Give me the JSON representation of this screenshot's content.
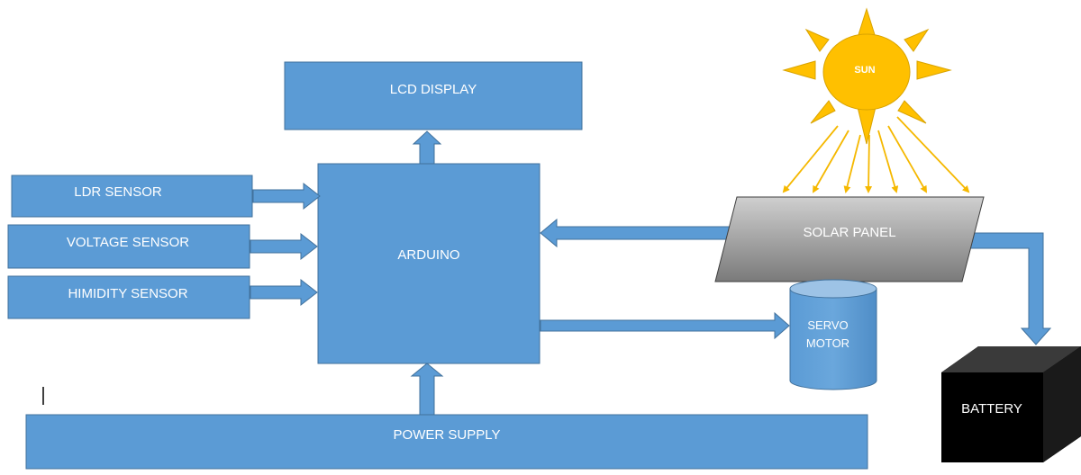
{
  "blocks": {
    "lcd_display": "LCD DISPLAY",
    "ldr_sensor": "LDR SENSOR",
    "voltage_sensor": "VOLTAGE SENSOR",
    "humidity_sensor": "HIMIDITY SENSOR",
    "arduino": "ARDUINO",
    "solar_panel": "SOLAR PANEL",
    "servo_line1": "SERVO",
    "servo_line2": "MOTOR",
    "battery": "BATTERY",
    "power_supply": "POWER SUPPLY",
    "sun": "SUN"
  },
  "colors": {
    "block_fill": "#5b9bd5",
    "block_stroke": "#41719c",
    "sun_fill": "#ffc000",
    "sun_ray": "#f5b800",
    "panel_fill_top": "#c9c9c9",
    "panel_fill_bottom": "#7f7f7f",
    "battery_fill": "#000000",
    "label_text": "#ffffff"
  }
}
